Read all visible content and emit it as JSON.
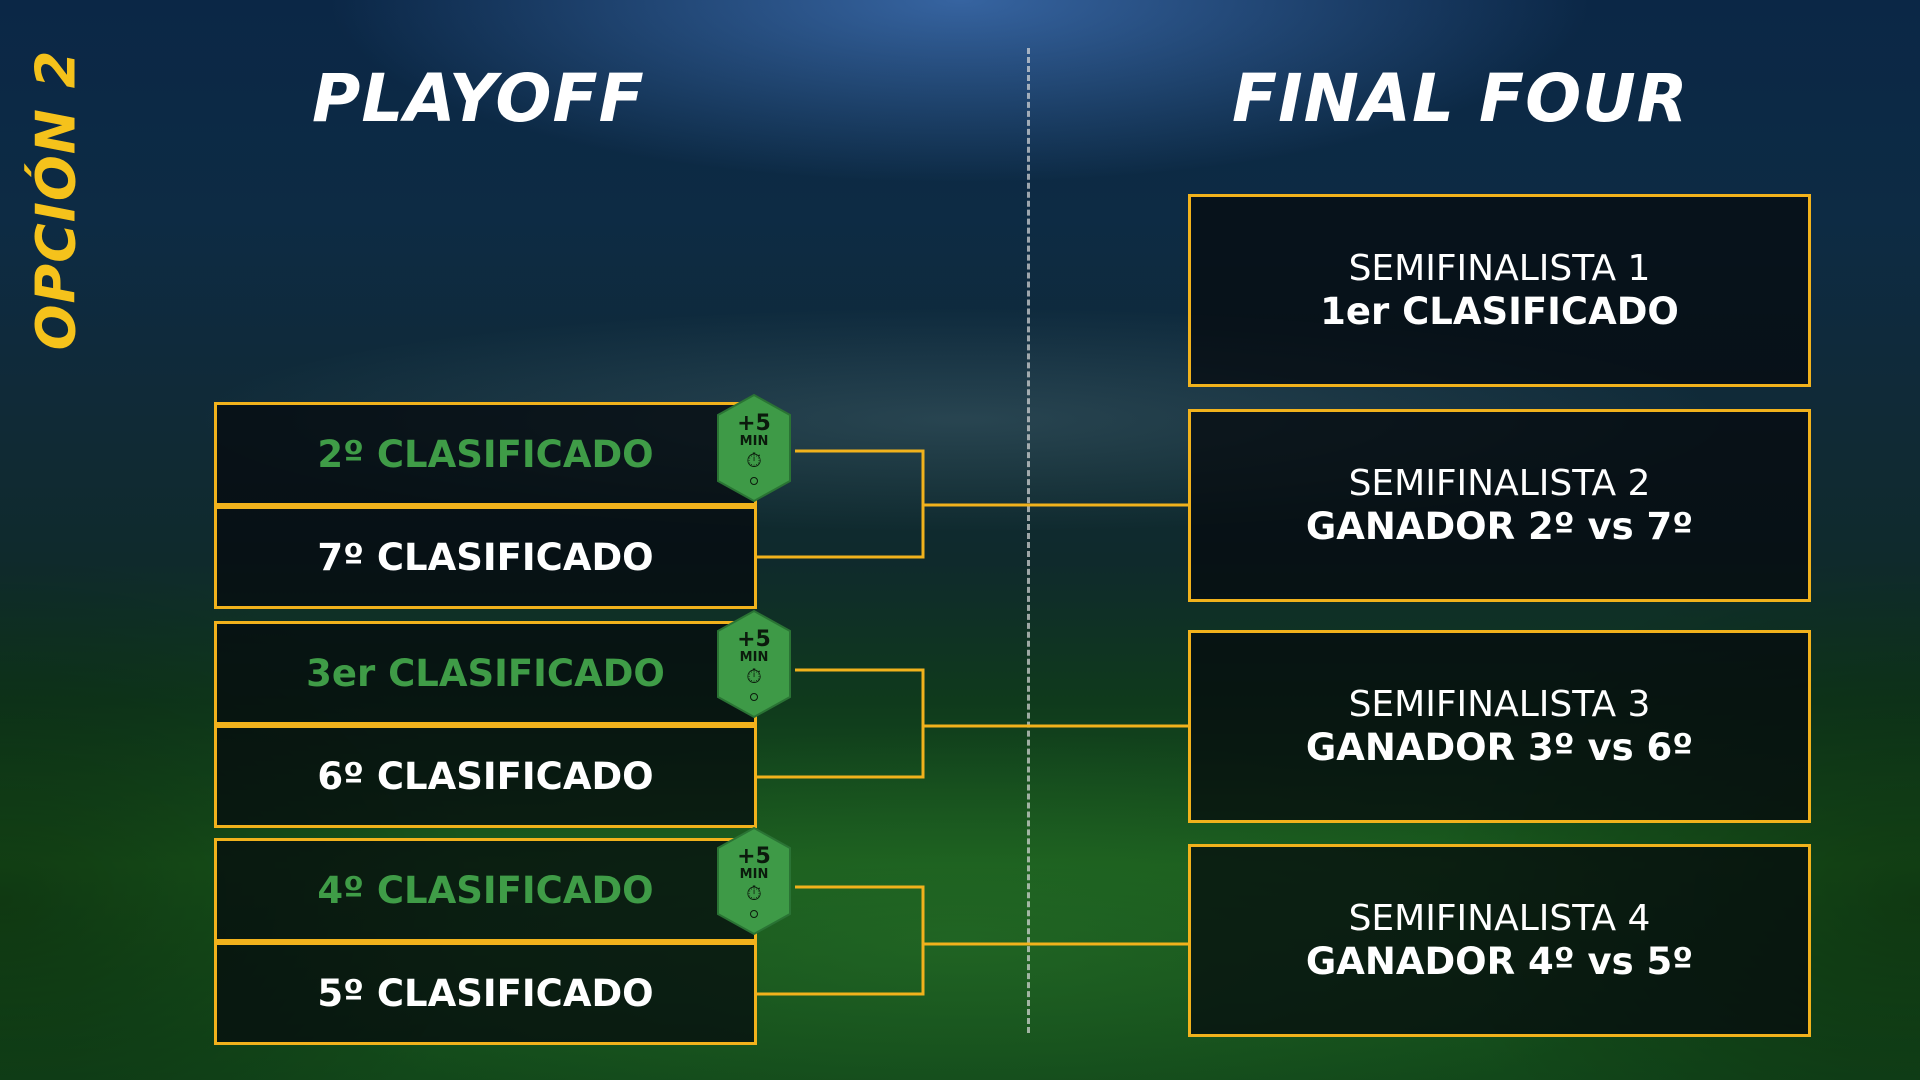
{
  "option_label": "OPCIÓN 2",
  "headings": {
    "playoff": "PLAYOFF",
    "final_four": "FINAL FOUR"
  },
  "playoff": {
    "matches": [
      {
        "top": "2º CLASIFICADO",
        "bottom": "7º CLASIFICADO",
        "badge": {
          "plus": "+5",
          "unit": "MIN"
        }
      },
      {
        "top": "3er CLASIFICADO",
        "bottom": "6º CLASIFICADO",
        "badge": {
          "plus": "+5",
          "unit": "MIN"
        }
      },
      {
        "top": "4º CLASIFICADO",
        "bottom": "5º CLASIFICADO",
        "badge": {
          "plus": "+5",
          "unit": "MIN"
        }
      }
    ]
  },
  "final_four": [
    {
      "title": "SEMIFINALISTA 1",
      "subtitle": "1er CLASIFICADO"
    },
    {
      "title": "SEMIFINALISTA 2",
      "subtitle": "GANADOR 2º vs 7º"
    },
    {
      "title": "SEMIFINALISTA 3",
      "subtitle": "GANADOR 3º vs 6º"
    },
    {
      "title": "SEMIFINALISTA 4",
      "subtitle": "GANADOR 4º vs 5º"
    }
  ],
  "colors": {
    "accent": "#f1b21c",
    "option_label": "#f5c21b",
    "seed_green": "#3f9c47",
    "badge_green": "#3e9a47",
    "text": "#ffffff"
  },
  "icons": {
    "badge_timer": "stopwatch-icon"
  }
}
